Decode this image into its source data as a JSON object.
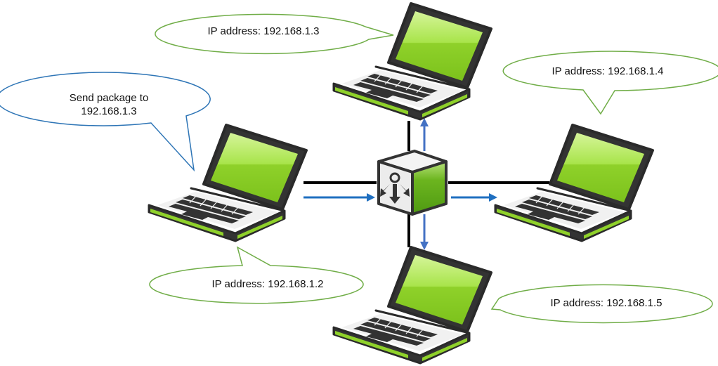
{
  "bubbles": {
    "sender": "Send package to 192.168.1.3",
    "top": "IP address: 192.168.1.3",
    "right": "IP address: 192.168.1.4",
    "bottom_left": "IP address: 192.168.1.2",
    "bottom_right": "IP address: 192.168.1.5"
  },
  "colors": {
    "bubble_green": "#70ad47",
    "bubble_blue": "#2e75b6",
    "arrow_blue": "#1f6fc0",
    "laptop_green": "#8fd12a",
    "laptop_body": "#333333"
  },
  "icons": {
    "laptop": "laptop-icon",
    "hub": "network-switch-icon"
  }
}
